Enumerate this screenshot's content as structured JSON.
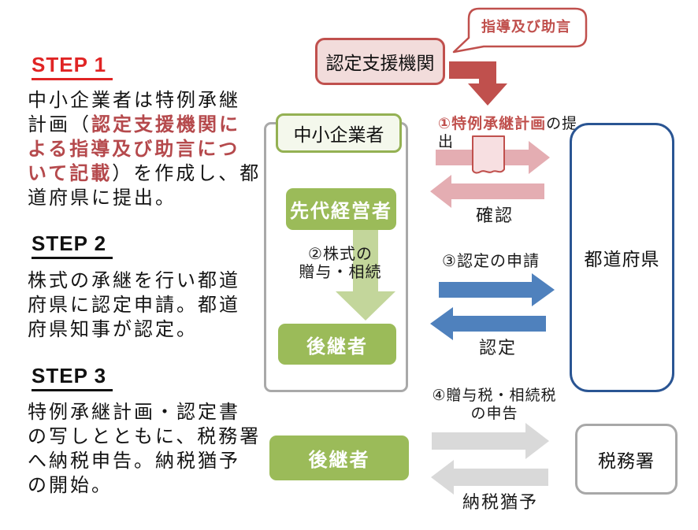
{
  "colors": {
    "step1_heading_red": "#e02424",
    "body_red": "#b5494c",
    "dark_red": "#c0504d",
    "support_box_fill": "#f2dcdb",
    "pink_arrow": "#e4adb2",
    "document_fill": "#f7dfe1",
    "green_box": "#9bbb59",
    "green_box_border": "#94b153",
    "sme_box_fill": "#f4f8ec",
    "light_green_arrow": "#c3d69b",
    "blue_arrow": "#4f81bd",
    "prefecture_border": "#2a5593",
    "gray_arrow": "#d9d9d9",
    "gray_border": "#a8a8a8"
  },
  "icons": {
    "document_icon": "paper-sheet-with-wavy-bottom"
  },
  "steps": [
    {
      "heading": "STEP 1",
      "body_pre": "中小企業者は特例承継\n計画（",
      "body_red": "認定支援機関に\nよる指導及び助言につ\nいて記載",
      "body_post": "）を作成し、都\n道府県に提出。"
    },
    {
      "heading": "STEP 2",
      "body": "株式の承継を行い都道\n府県に認定申請。都道\n府県知事が認定。"
    },
    {
      "heading": "STEP 3",
      "body": "特例承継計画・認定書\nの写しとともに、税務署\nへ納税申告。納税猶予\nの開始。"
    }
  ],
  "diagram": {
    "advice_bubble": "指導及び助言",
    "support_org": "認定支援機関",
    "sme": "中小企業者",
    "predecessor": "先代経営者",
    "successor_top": "後継者",
    "successor_bottom": "後継者",
    "prefecture": "都道府県",
    "tax_office": "税務署",
    "flow1_red": "①特例承継計画",
    "flow1_black": "の提出",
    "flow1_return": "確認",
    "flow2": "②株式の\n贈与・相続",
    "flow3": "③認定の申請",
    "flow3_return": "認定",
    "flow4": "④贈与税・相続税\nの申告",
    "flow4_return": "納税猶予"
  }
}
